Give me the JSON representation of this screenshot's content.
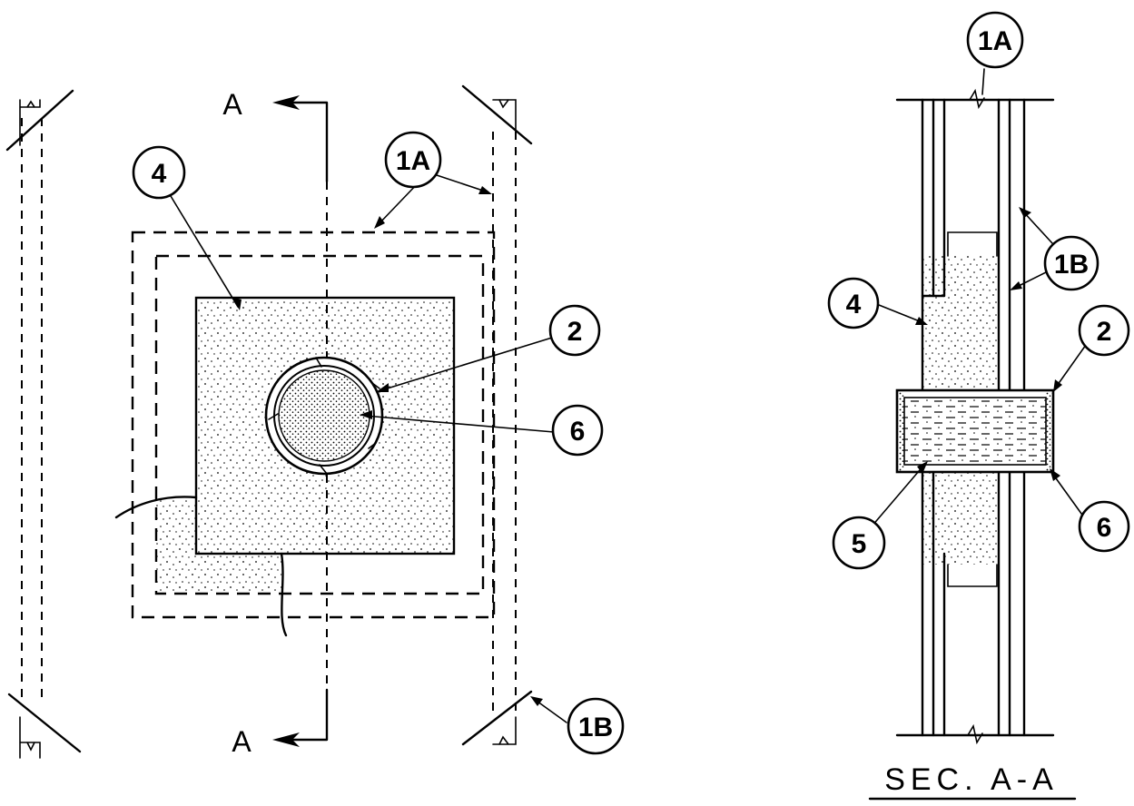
{
  "callouts": {
    "plan_4": "4",
    "plan_1a": "1A",
    "plan_2": "2",
    "plan_6": "6",
    "plan_1b": "1B",
    "sec_1a": "1A",
    "sec_1b": "1B",
    "sec_4": "4",
    "sec_2": "2",
    "sec_5": "5",
    "sec_6": "6"
  },
  "section_marks": {
    "top": "A",
    "bottom": "A"
  },
  "section_title": "SEC. A-A",
  "colors": {
    "line": "#000000",
    "background": "#ffffff"
  }
}
